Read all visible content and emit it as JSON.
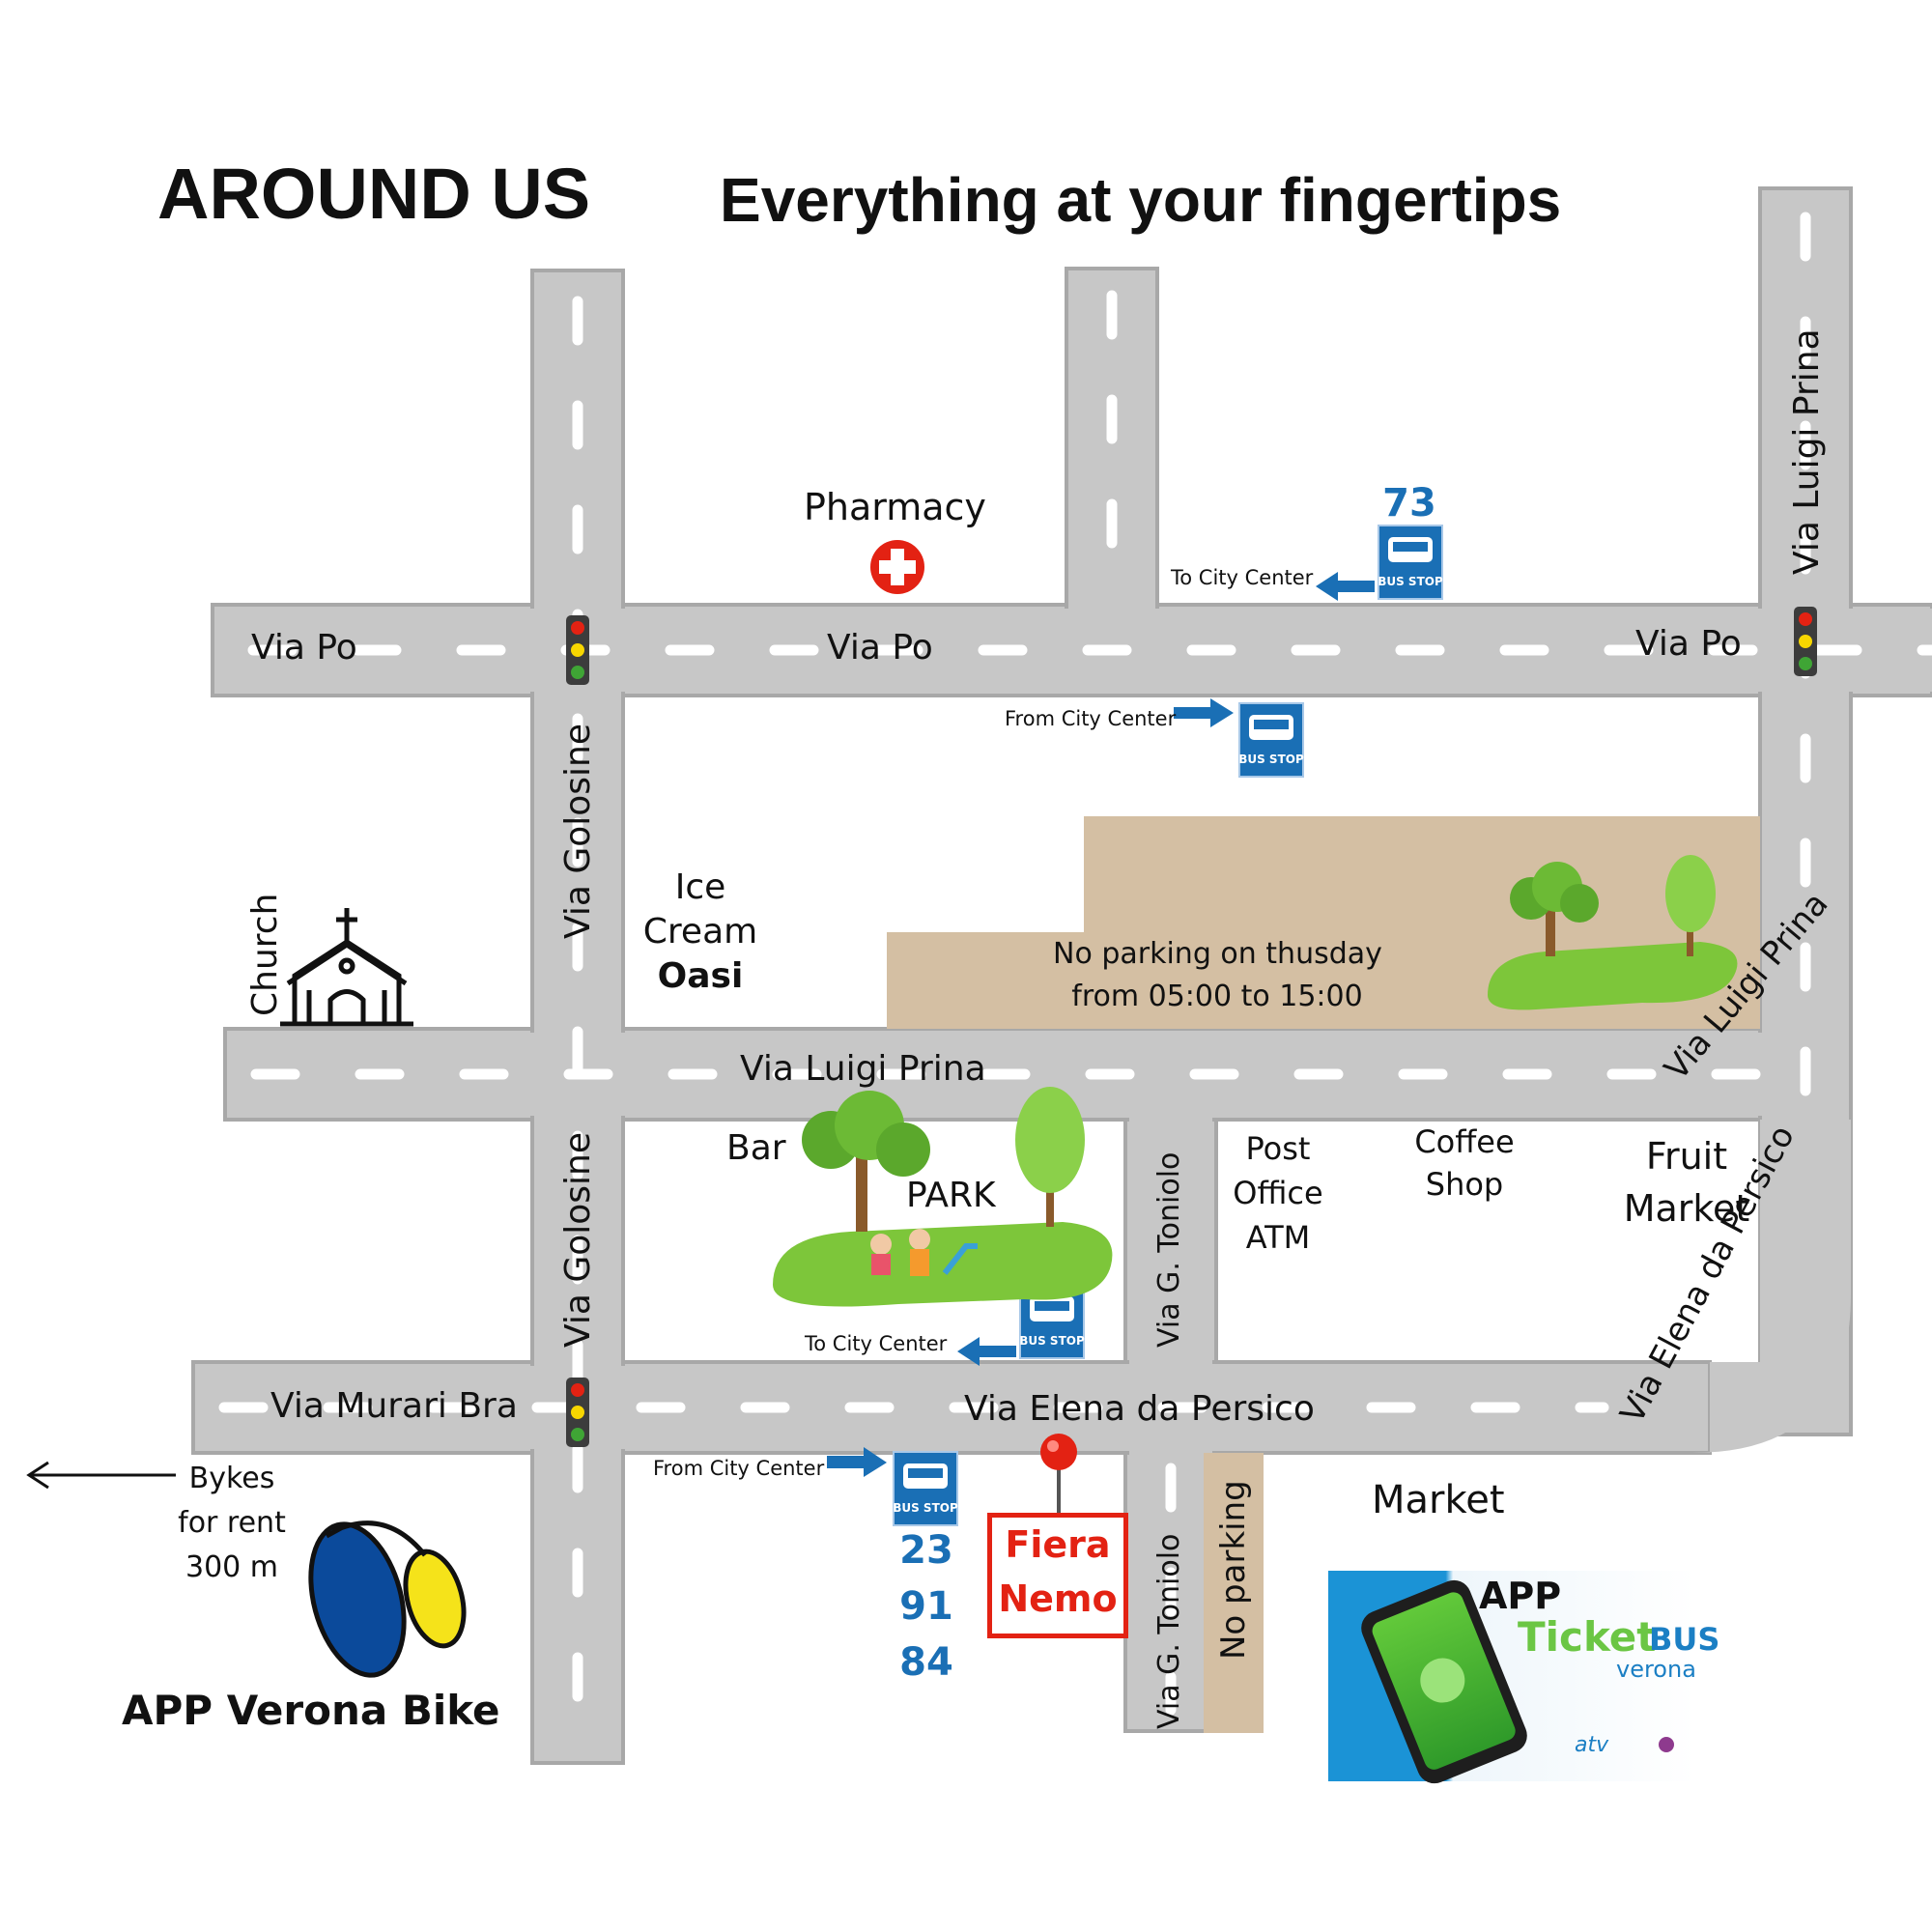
{
  "header": {
    "title": "AROUND US",
    "tagline": "Everything at your fingertips"
  },
  "streets": {
    "via_po": "Via Po",
    "via_golosine": "Via Golosine",
    "via_luigi_prina": "Via Luigi Prina",
    "via_murari_bra": "Via Murari Bra",
    "via_elena_da_persico": "Via Elena da Persico",
    "via_g_toniolo": "Via G. Toniolo"
  },
  "places": {
    "pharmacy": "Pharmacy",
    "church": "Church",
    "ice_cream": [
      "Ice",
      "Cream",
      "Oasi"
    ],
    "bar": "Bar",
    "park": "PARK",
    "post_office": [
      "Post",
      "Office",
      "ATM"
    ],
    "coffee_shop": [
      "Coffee",
      "Shop"
    ],
    "fruit_market": [
      "Fruit",
      "Market"
    ],
    "market": "Market",
    "no_parking_thursday": [
      "No parking on thusday",
      "from 05:00 to 15:00"
    ],
    "no_parking": "No parking",
    "fiera_nemo": [
      "Fiera",
      "Nemo"
    ]
  },
  "bus_stops": {
    "badge": "BUS STOP",
    "to_city_center": "To City Center",
    "from_city_center": "From City Center",
    "line_73": "73",
    "lines_south": [
      "23",
      "91",
      "84"
    ]
  },
  "bikes": {
    "text": [
      "Bykes",
      "for rent",
      "300 m"
    ],
    "app_label": "APP Verona Bike"
  },
  "ticket_app": {
    "app": "APP",
    "ticket": "Ticket",
    "bus": "BUS",
    "city": "verona",
    "logo": "atv"
  },
  "icons": [
    "pharmacy-cross-icon",
    "church-icon",
    "traffic-light-icon",
    "bus-stop-icon",
    "arrow-left-icon",
    "arrow-right-icon",
    "tree-icon",
    "map-pin-icon",
    "bicycle-icon",
    "phone-icon"
  ],
  "colors": {
    "road": "#c7c7c7",
    "road_edge": "#a8a8a8",
    "dash": "#ffffff",
    "parking_zone": "#d4bfa3",
    "bus_blue": "#1a6fb5",
    "accent_red": "#e32213",
    "grass": "#7dc63a",
    "tree": "#5ba82c"
  }
}
